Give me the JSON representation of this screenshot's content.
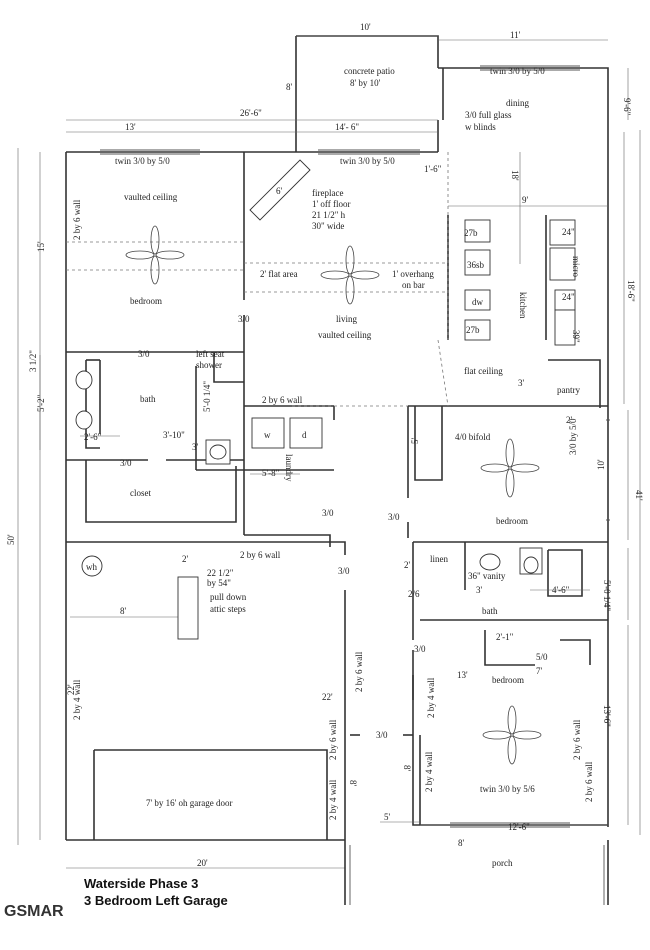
{
  "title": {
    "line1": "Waterside Phase 3",
    "line2": "3 Bedroom Left Garage",
    "logo": "GSMAR"
  },
  "dimensions": {
    "d10ft": "10'",
    "d11ft": "11'",
    "d8ft": "8'",
    "d26_6": "26'-6\"",
    "d13ft": "13'",
    "d14_6": "14'- 6\"",
    "d1_6": "1'-6\"",
    "d9_6": "9'-6\"",
    "d18ft": "18'",
    "d9ft": "9'",
    "d18_6": "18'-6\"",
    "d15ft": "15'",
    "d3_half": "3 1/2\"",
    "d5_2": "5'-2\"",
    "d2_6": "2'-6\"",
    "d50ft": "50'",
    "d5_0_quarter": "5'-0 1/4\"",
    "d3_10": "3'-10\"",
    "d3ft_a": "3'",
    "d5_8": "5'-8\"",
    "d3ft_b": "3'",
    "d2ft_a": "2'",
    "d5ft_a": "5'",
    "d10ft_b": "10'",
    "d41ft": "41'",
    "d2ft_b": "2'",
    "d8ft_b": "8'",
    "d22ft_a": "22'",
    "d22ft_b": "22'",
    "d2ft_c": "2'",
    "d3ft_c": "3'",
    "d4_6": "4'-6\"",
    "d5_0_quarter_b": "5'-0 1/4\"",
    "d2_1": "2'-1\"",
    "d7ft": "7'",
    "d13ft_b": "13'",
    "d13_6": "13'-6\"",
    "d8ft_c": "8'",
    "d8ft_d": "8'",
    "d5ft_b": "5'",
    "d12_6": "12'-6\"",
    "d8ft_e": "8'",
    "d20ft": "20'"
  },
  "rooms": {
    "concrete_patio": "concrete patio",
    "patio_size": "8' by 10'",
    "dining": "dining",
    "bedroom_a": "bedroom",
    "living": "living",
    "kitchen": "kitchen",
    "bath_a": "bath",
    "closet": "closet",
    "laundry": "laundry",
    "pantry": "pantry",
    "bedroom_b": "bedroom",
    "bath_b": "bath",
    "linen": "linen",
    "bedroom_c": "bedroom",
    "porch": "porch"
  },
  "labels": {
    "twin_top_right": "twin 3/0 by 5/0",
    "full_glass_1": "3/0 full glass",
    "full_glass_2": "w blinds",
    "twin_top_left": "twin 3/0 by 5/0",
    "twin_top_mid": "twin 3/0 by 5/0",
    "vaulted_a": "vaulted ceiling",
    "fireplace_6": "6'",
    "fireplace_1": "fireplace",
    "fireplace_2": "1' off floor",
    "fireplace_3": "21 1/2\" h",
    "fireplace_4": "30\" wide",
    "wall_2x6_a": "2 by 6 wall",
    "flat_area": "2' flat area",
    "overhang_1": "1' overhang",
    "overhang_2": "on bar",
    "k_27b_a": "27b",
    "k_36sb": "36sb",
    "k_dw": "dw",
    "k_27b_b": "27b",
    "k_24_a": "24\"",
    "k_micro": "micro",
    "k_24_b": "24\"",
    "k_39": "39\"",
    "door_30_a": "3/0",
    "door_30_b": "3/0",
    "vaulted_b": "vaulted ceiling",
    "left_seat_1": "left seat",
    "left_seat_2": "shower",
    "flat_ceiling": "flat ceiling",
    "wall_2x6_b": "2 by 6 wall",
    "washer": "w",
    "dryer": "d",
    "bifold": "4/0 bifold",
    "door_30_c": "3/0",
    "win_30_50": "3/0 by 5/0",
    "door_30_d": "3/0",
    "door_30_e": "3/0",
    "wh": "wh",
    "wall_2x6_c": "2 by 6 wall",
    "attic_size_1": "22 1/2\"",
    "attic_size_2": "by 54\"",
    "attic_1": "pull down",
    "attic_2": "attic steps",
    "door_30_f": "3/0",
    "vanity": "36\" vanity",
    "door_26": "2/6",
    "wall_2x4_a": "2 by 4 wall",
    "wall_2x6_d": "2 by 6 wall",
    "door_30_g": "3/0",
    "win_50": "5/0",
    "wall_2x4_b": "2 by 4 wall",
    "wall_2x6_e": "2 by 6 wall",
    "door_30_h": "3/0",
    "garage_door": "7' by 16' oh garage door",
    "wall_2x4_c": "2 by 4 wall",
    "wall_2x6_f": "2 by 6 wall",
    "wall_2x4_d": "2 by 4 wall",
    "twin_bottom": "twin 3/0 by 5/6",
    "wall_2x6_g": "2 by 6 wall"
  }
}
